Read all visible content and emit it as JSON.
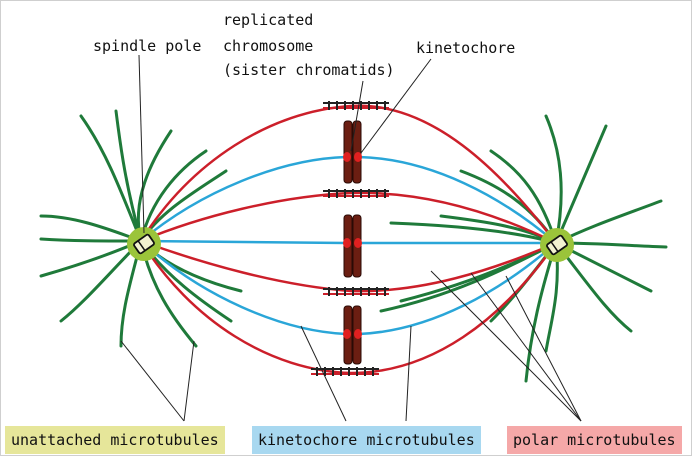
{
  "labels": {
    "spindle_pole": "spindle pole",
    "replicated": "replicated",
    "chromosome": "chromosome",
    "sister_chromatids": "(sister chromatids)",
    "kinetochore": "kinetochore"
  },
  "legend": {
    "unattached": "unattached microtubules",
    "kinetochore_mt": "kinetochore microtubules",
    "polar": "polar microtubules"
  },
  "colors": {
    "unattached": "#1f7a3a",
    "kinetochore_mt": "#2aa6d8",
    "polar": "#cc1f2a",
    "chromosome": "#6b1e12",
    "kinetochore_dot": "#e02020",
    "pole": "#9bc43a",
    "legend_unattached_bg": "#e6e69a",
    "legend_kinetochore_bg": "#a8d8f0",
    "legend_polar_bg": "#f5a8a8"
  }
}
